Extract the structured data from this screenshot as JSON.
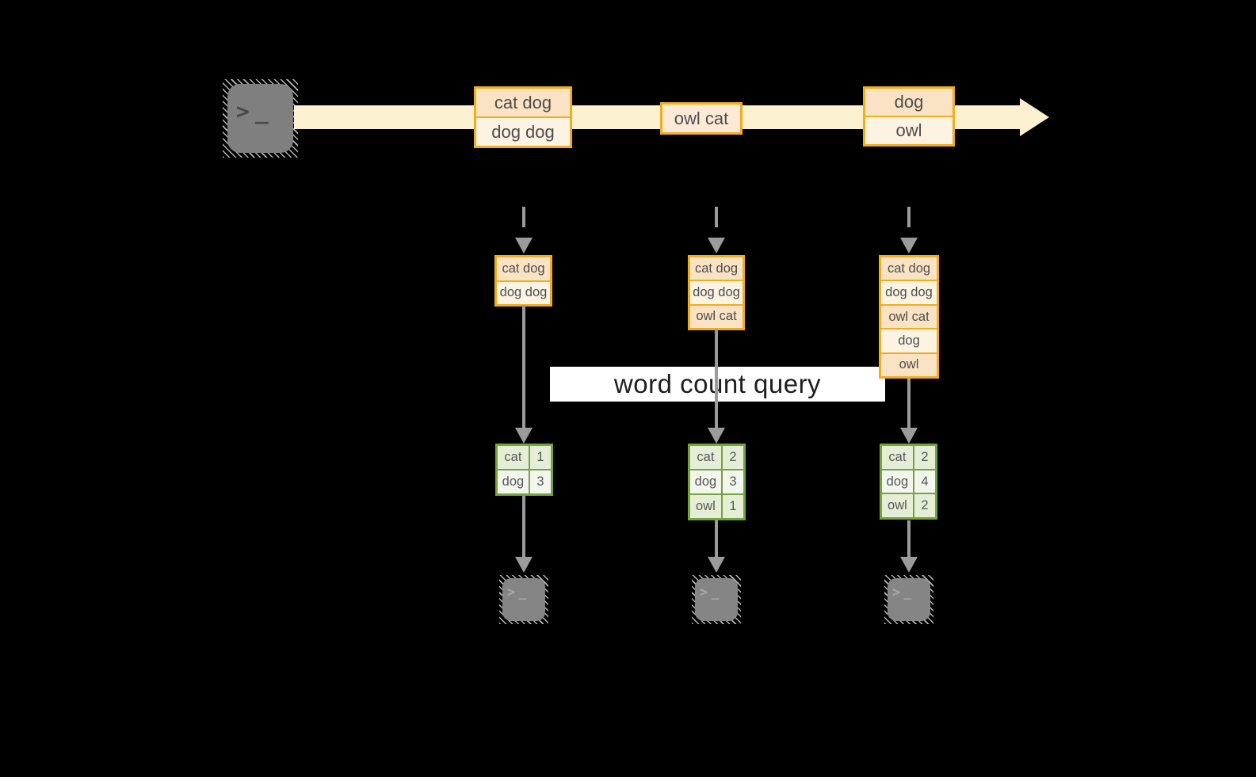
{
  "query_label": "word count query",
  "stream_events": [
    {
      "rows": [
        "cat dog",
        "dog dog"
      ]
    },
    {
      "rows": [
        "owl cat"
      ]
    },
    {
      "rows": [
        "dog",
        "owl"
      ]
    }
  ],
  "buffers": [
    {
      "rows": [
        "cat dog",
        "dog dog"
      ]
    },
    {
      "rows": [
        "cat dog",
        "dog dog",
        "owl cat"
      ]
    },
    {
      "rows": [
        "cat dog",
        "dog dog",
        "owl cat",
        "dog",
        "owl"
      ]
    }
  ],
  "count_tables": [
    {
      "rows": [
        {
          "word": "cat",
          "count": 1
        },
        {
          "word": "dog",
          "count": 3
        }
      ]
    },
    {
      "rows": [
        {
          "word": "cat",
          "count": 2
        },
        {
          "word": "dog",
          "count": 3
        },
        {
          "word": "owl",
          "count": 1
        }
      ]
    },
    {
      "rows": [
        {
          "word": "cat",
          "count": 2
        },
        {
          "word": "dog",
          "count": 4
        },
        {
          "word": "owl",
          "count": 2
        }
      ]
    }
  ],
  "terminal": {
    "prompt": ">",
    "cursor": "_"
  },
  "colors": {
    "background": "#000000",
    "accent_orange": "#f0ad1d",
    "event_row_dark": "#fae3c4",
    "event_row_light": "#fdf3e3",
    "stream_fill": "#fbf0cf",
    "accent_green": "#73a53f",
    "count_row_dark": "#e5edd7",
    "count_row_light": "#f3f6ed",
    "arrow_gray": "#9b9b9b",
    "terminal_gray": "#7f7f7f",
    "query_band": "#ffffff"
  }
}
